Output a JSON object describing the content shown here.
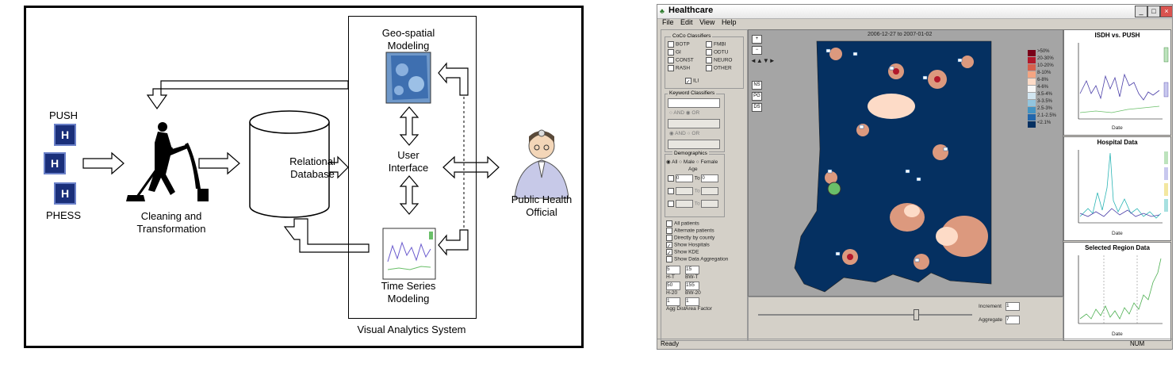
{
  "diagram": {
    "sources": [
      {
        "label": "PUSH",
        "badge": "H"
      },
      {
        "label": "",
        "badge": "H"
      },
      {
        "label": "PHESS",
        "badge": "H"
      }
    ],
    "cleaning_label_1": "Cleaning and",
    "cleaning_label_2": "Transformation",
    "db_label_1": "Relational",
    "db_label_2": "Database",
    "geo_label_1": "Geo-spatial",
    "geo_label_2": "Modeling",
    "ui_label_1": "User",
    "ui_label_2": "Interface",
    "ts_label_1": "Time Series",
    "ts_label_2": "Modeling",
    "vas_label": "Visual Analytics System",
    "official_label_1": "Public Health",
    "official_label_2": "Official"
  },
  "app": {
    "title": "Healthcare",
    "menus": [
      "File",
      "Edit",
      "View",
      "Help"
    ],
    "date_range": "2006-12-27 to 2007-01-02",
    "coco_title": "CoCo Classifiers",
    "coco_items": [
      "BOTP",
      "FMBI",
      "GI",
      "ODTU",
      "CONST",
      "NEURO",
      "RASH",
      "OTHER"
    ],
    "ili_label": "ILI",
    "keyword_title": "Keyword Classifiers",
    "and_label": "AND",
    "or_label": "OR",
    "demo_title": "Demographics",
    "demo_options": [
      "All",
      "Male",
      "Female"
    ],
    "age_label": "Age",
    "age_to": "To",
    "age_from_value": "0",
    "age_to_value": "0",
    "options": [
      "All patients",
      "Alternate patients",
      "Directly by county",
      "Show Hospitals",
      "Show KDE",
      "Show Data Aggregation"
    ],
    "param_values": [
      "5",
      "15",
      "50",
      "155",
      "1",
      "1"
    ],
    "param_labels": [
      "H-T",
      "BW-T",
      "H-20",
      "BW-20",
      "Agg Dist",
      "Area Factor"
    ],
    "map_buttons": [
      "+",
      "−",
      "NS",
      "PG",
      "DS"
    ],
    "legend": [
      {
        "label": ">50%",
        "color": "#7a0018"
      },
      {
        "label": "20-30%",
        "color": "#b2182b"
      },
      {
        "label": "10-20%",
        "color": "#d6604d"
      },
      {
        "label": "8-10%",
        "color": "#f4a582"
      },
      {
        "label": "6-8%",
        "color": "#fddbc7"
      },
      {
        "label": "4-6%",
        "color": "#f7f7f7"
      },
      {
        "label": "3.5-4%",
        "color": "#d1e5f0"
      },
      {
        "label": "3-3.5%",
        "color": "#92c5de"
      },
      {
        "label": "2.5-3%",
        "color": "#4393c3"
      },
      {
        "label": "2.1-2.5%",
        "color": "#2166ac"
      },
      {
        "label": "<2.1%",
        "color": "#053061"
      }
    ],
    "increment_label": "Increment",
    "increment_value": "1",
    "aggregate_label": "Aggregate",
    "aggregate_value": "7",
    "chart1_title": "ISDH vs. PUSH",
    "chart2_title": "Hospital Data",
    "chart3_title": "Selected Region Data",
    "date_axis": "Date",
    "status": "Ready",
    "num": "NUM"
  }
}
